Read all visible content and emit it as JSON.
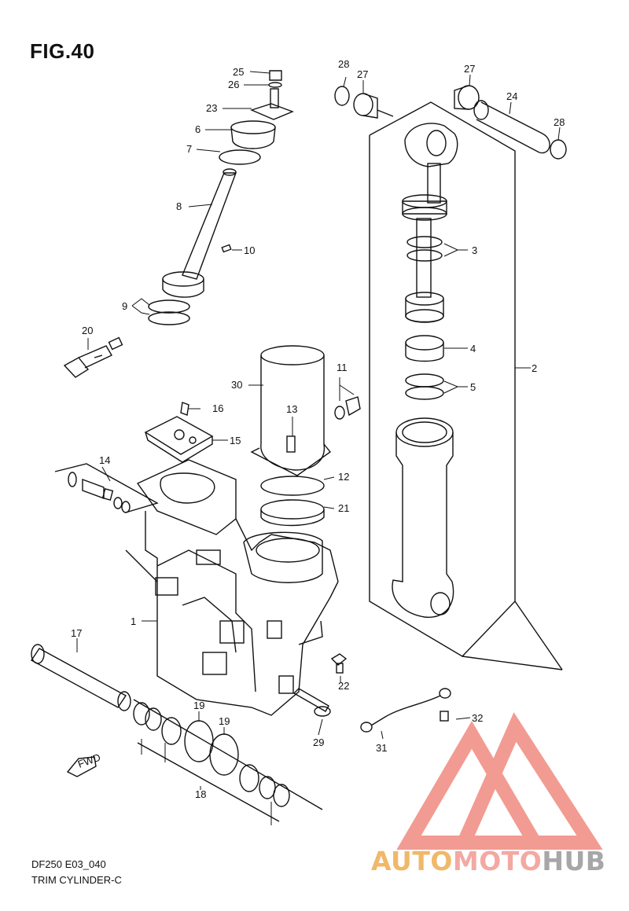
{
  "figure": {
    "title": "FIG.40",
    "model_code": "DF250 E03_040",
    "name": "TRIM CYLINDER-C",
    "fwd_label": "FWD"
  },
  "callouts": [
    "1",
    "2",
    "3",
    "4",
    "5",
    "6",
    "7",
    "8",
    "9",
    "10",
    "11",
    "12",
    "13",
    "14",
    "15",
    "16",
    "17",
    "18",
    "19",
    "19",
    "20",
    "21",
    "22",
    "23",
    "24",
    "25",
    "26",
    "27",
    "27",
    "28",
    "28",
    "29",
    "30",
    "31",
    "32"
  ],
  "watermark": {
    "part1": "AUTO",
    "part2": "MOTO",
    "part3": "HUB",
    "colors": {
      "auto": "#f0b86a",
      "moto": "#f3a9a2",
      "hub": "#a7a7a7",
      "triangle": "#f08a80"
    }
  }
}
